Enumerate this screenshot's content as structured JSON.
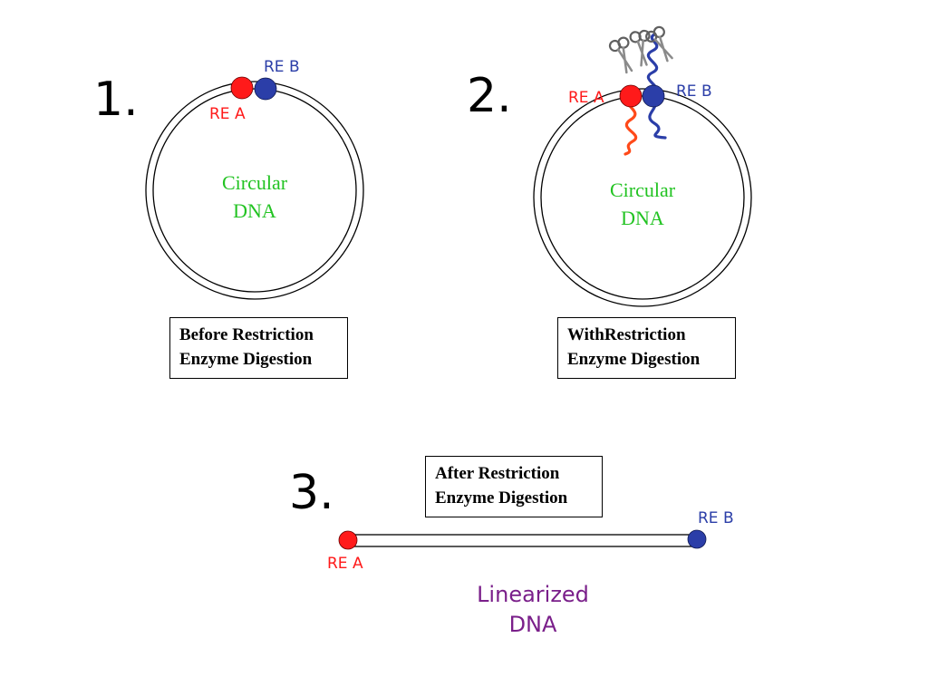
{
  "colors": {
    "site_a": "#ff1a1a",
    "site_b": "#2b3ea8",
    "circular_label": "#22c322",
    "linear_label": "#7a1f8a",
    "strand_a": "#ff4a1a",
    "strand_b": "#2b3ea8"
  },
  "panel1": {
    "number": "1.",
    "re_a": "RE A",
    "re_b": "RE B",
    "circle_line1": "Circular",
    "circle_line2": "DNA",
    "caption_line1": "Before Restriction",
    "caption_line2": "Enzyme Digestion"
  },
  "panel2": {
    "number": "2.",
    "re_a": "RE A",
    "re_b": "RE B",
    "circle_line1": "Circular",
    "circle_line2": "DNA",
    "caption_line1": "WithRestriction",
    "caption_line2": "Enzyme Digestion",
    "icons": [
      "scissors-icon",
      "scissors-icon",
      "scissors-icon"
    ]
  },
  "panel3": {
    "number": "3.",
    "re_a": "RE A",
    "re_b": "RE B",
    "caption_line1": "After Restriction",
    "caption_line2": "Enzyme Digestion",
    "linear_line1": "Linearized",
    "linear_line2": "DNA"
  }
}
